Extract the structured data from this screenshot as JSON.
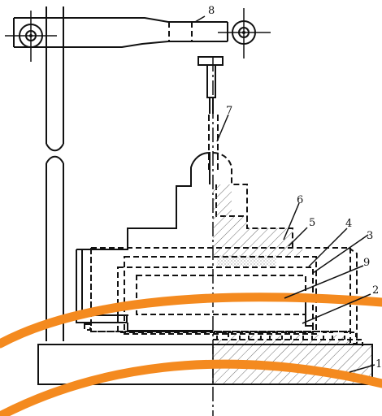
{
  "diagram": {
    "type": "technical-drawing",
    "callouts": [
      {
        "id": "1",
        "label": "1"
      },
      {
        "id": "2",
        "label": "2"
      },
      {
        "id": "3",
        "label": "3"
      },
      {
        "id": "4",
        "label": "4"
      },
      {
        "id": "5",
        "label": "5"
      },
      {
        "id": "6",
        "label": "6"
      },
      {
        "id": "7",
        "label": "7"
      },
      {
        "id": "8",
        "label": "8"
      },
      {
        "id": "9",
        "label": "9"
      }
    ],
    "colors": {
      "line": "#111111",
      "hatch": "#6d6d6d",
      "fill_light": "#d7d7d7",
      "overlay_orange": "#f48a1f",
      "background": "#ffffff"
    }
  }
}
